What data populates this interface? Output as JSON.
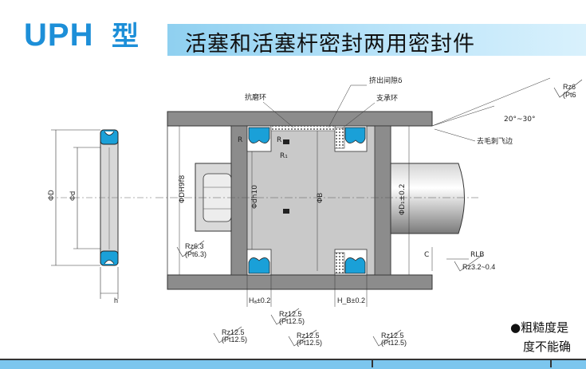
{
  "header": {
    "model": "UPH",
    "model_suffix": "型",
    "title": "活塞和活塞杆密封两用密封件"
  },
  "labels": {
    "anti_wear_ring": "抗磨环",
    "extrusion_gap": "挤出间隙δ",
    "support_ring": "支承环",
    "chamfer_angle": "20°~30°",
    "deburr": "去毛刺飞边",
    "phi_D": "ΦD",
    "phi_d": "Φd",
    "h": "h",
    "phi_DH9": "ΦDH9f8",
    "phi_dh10": "Φdh10",
    "phi_B": "ΦB",
    "phi_D1": "ΦD₁±0.2",
    "R": "R",
    "R_prime": "R",
    "R1": "R₁",
    "RLB": "RLB",
    "C": "C",
    "HA": "Hₐ±0.2",
    "HB": "H_B±0.2",
    "rz63_a": "Rz6.3",
    "pt63_a": "(Pt6.3)",
    "rz_top": "Rz6",
    "pt_top": "(Pt6",
    "rz32": "Rz3.2~0.4",
    "rz125_a": "Rz12.5",
    "pt125_a": "(Pt12.5)",
    "rz125_b": "Rz12.5",
    "pt125_b": "(Pt12.5)",
    "rz125_c": "Rz12.5",
    "pt125_c": "(Pt12.5)",
    "rz125_d": "Rz12.5",
    "pt125_d": "(Pt12.5)"
  },
  "notes": {
    "line1": "●粗糙度是",
    "line2": "度不能确"
  },
  "colors": {
    "accent_blue": "#1d8fd8",
    "seal_blue": "#1aa0d8",
    "metal_gray": "#8c8c8c"
  }
}
